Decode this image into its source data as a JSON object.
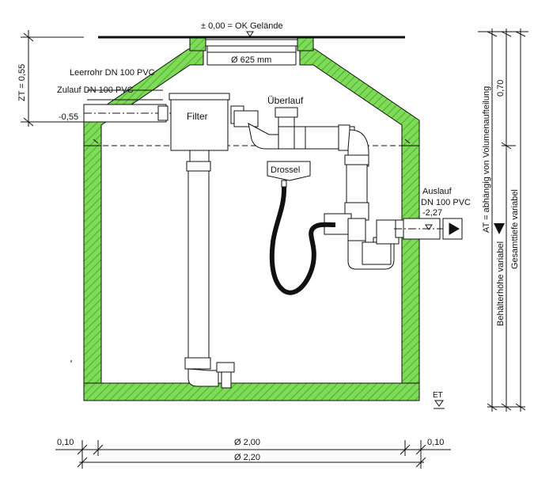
{
  "colors": {
    "concrete": "#7ddc57",
    "hatch": "#4b9a2a",
    "line": "#111111",
    "background": "#ffffff"
  },
  "labels": {
    "ground": "± 0,00 = OK Gelände",
    "cover": "Ø 625 mm",
    "leerrohr": "Leerrohr DN 100 PVC",
    "zulauf": "Zulauf DN 100 PVC",
    "inlet_level": "-0,55",
    "filter": "Filter",
    "ueberlauf": "Überlauf",
    "drossel": "Drossel",
    "auslauf_1": "Auslauf",
    "auslauf_2": "DN 100 PVC",
    "outlet_level": "-2,27",
    "et": "ET",
    "zt": "ZT = 0,55",
    "at": "AT = abhängig von Volumenaufteilung",
    "at_value": "0,70",
    "behaelter": "Behälterhöhe variabel",
    "gesamt": "Gesamttiefe variabel",
    "wall_left": "0,10",
    "inner": "Ø 2,00",
    "wall_right": "0,10",
    "outer": "Ø 2,20"
  }
}
